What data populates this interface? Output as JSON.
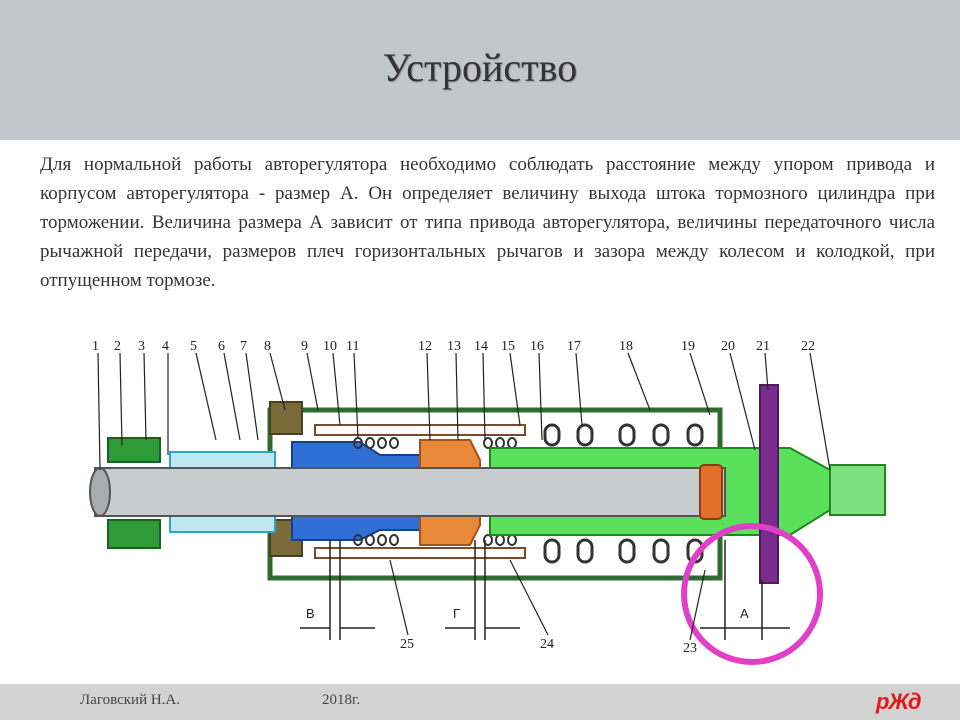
{
  "slide": {
    "title": "Устройство",
    "paragraph": "Для нормальной работы авторегулятора необходимо соблюдать расстояние между упором привода и корпусом авторегулятора - размер А. Он определяет величину выхода штока тормозного цилиндра при торможении. Величина размера А зависит от типа привода авторегулятора, величины передаточного числа рычажной передачи, размеров плеч горизонтальных рычагов и зазора между колесом и колодкой, при отпущенном тормозе."
  },
  "diagram": {
    "part_numbers": [
      "1",
      "2",
      "3",
      "4",
      "5",
      "6",
      "7",
      "8",
      "9",
      "10",
      "11",
      "12",
      "13",
      "14",
      "15",
      "16",
      "17",
      "18",
      "19",
      "20",
      "21",
      "22",
      "23",
      "24",
      "25"
    ],
    "dimension_labels": {
      "v": "В",
      "g": "Г",
      "a": "А"
    },
    "highlight_color": "#e040c8"
  },
  "footer": {
    "author": "Лаговский Н.А.",
    "year": "2018г.",
    "logo": "рЖд"
  }
}
